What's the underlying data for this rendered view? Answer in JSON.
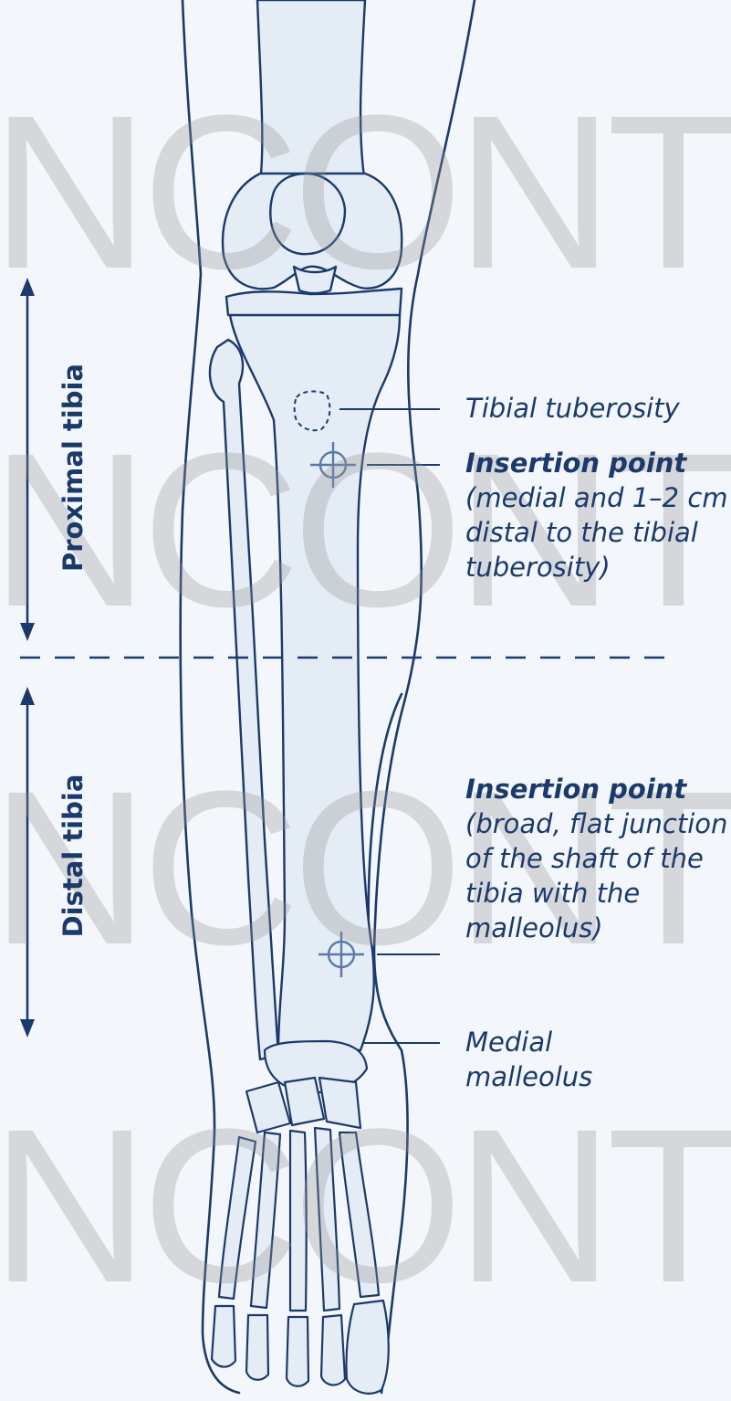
{
  "watermark": "NCONTROL",
  "sections": {
    "proximal": "Proximal tibia",
    "distal": "Distal tibia"
  },
  "labels": {
    "tuberosity": "Tibial tuberosity",
    "proximal_point": {
      "title": "Insertion point",
      "lines": [
        "(medial and 1–2 cm",
        "distal to the tibial",
        "tuberosity)"
      ]
    },
    "distal_point": {
      "title": "Insertion point",
      "lines": [
        "(broad, flat junction",
        "of the shaft of the",
        "tibia with the",
        "malleolus)"
      ]
    },
    "malleolus": [
      "Medial",
      "malleolus"
    ]
  },
  "colors": {
    "ink": "#1b3a6b",
    "bone": "#e4ecf5",
    "background": "#f3f7fb"
  }
}
